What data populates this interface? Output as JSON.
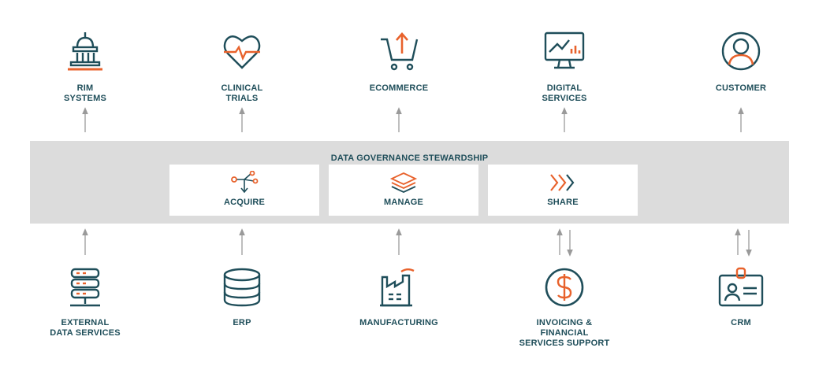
{
  "colors": {
    "teal": "#1f4e5a",
    "orange": "#e8622c",
    "band": "#dcdcdc",
    "arrow": "#9a9a9a"
  },
  "top_nodes": [
    {
      "label": "RIM\nSYSTEMS",
      "icon": "government-building-icon"
    },
    {
      "label": "CLINICAL\nTRIALS",
      "icon": "heart-pulse-icon"
    },
    {
      "label": "ECOMMERCE",
      "icon": "shopping-cart-icon"
    },
    {
      "label": "DIGITAL\nSERVICES",
      "icon": "monitor-chart-icon"
    },
    {
      "label": "CUSTOMER",
      "icon": "user-circle-icon"
    }
  ],
  "governance": {
    "title": "DATA GOVERNANCE STEWARDSHIP",
    "steps": [
      {
        "label": "ACQUIRE",
        "icon": "acquire-flow-icon"
      },
      {
        "label": "MANAGE",
        "icon": "layers-stack-icon"
      },
      {
        "label": "SHARE",
        "icon": "chevrons-right-icon"
      }
    ]
  },
  "bottom_nodes": [
    {
      "label": "EXTERNAL\nDATA SERVICES",
      "icon": "server-stack-icon",
      "flow": "up"
    },
    {
      "label": "ERP",
      "icon": "database-icon",
      "flow": "up"
    },
    {
      "label": "MANUFACTURING",
      "icon": "factory-icon",
      "flow": "up"
    },
    {
      "label": "INVOICING &\nFINANCIAL\nSERVICES SUPPORT",
      "icon": "dollar-coin-icon",
      "flow": "both"
    },
    {
      "label": "CRM",
      "icon": "id-badge-icon",
      "flow": "both"
    }
  ]
}
